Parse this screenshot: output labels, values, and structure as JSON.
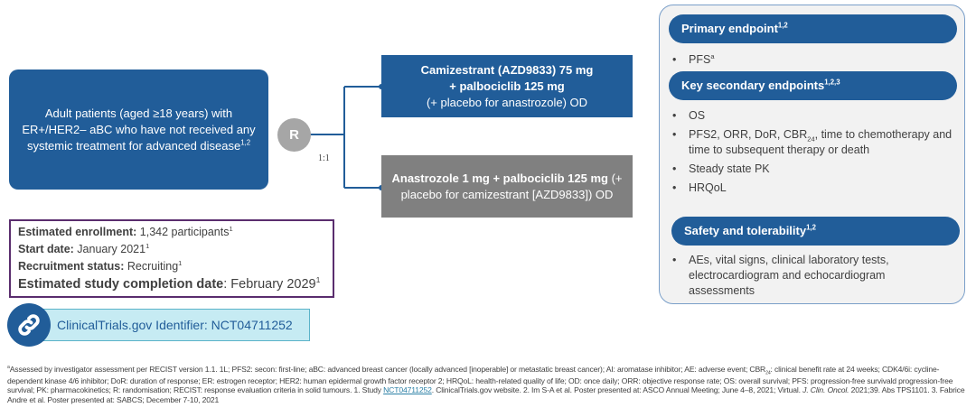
{
  "patients": {
    "text": "Adult patients (aged ≥18 years) with ER+/HER2– aBC who have not received any systemic treatment for advanced disease",
    "sup": "1,2"
  },
  "randomization": {
    "label": "R",
    "ratio": "1:1"
  },
  "arms": [
    {
      "line1": "Camizestrant (AZD9833) 75 mg",
      "line2": "+ palbociclib 125 mg",
      "line3": "(+ placebo for anastrozole) OD"
    },
    {
      "bold": "Anastrozole 1 mg + palbociclib 125 mg",
      "rest": " (+ placebo for camizestrant [AZD9833]) OD"
    }
  ],
  "info": [
    {
      "label": "Estimated enrollment",
      "value": "1,342 participants",
      "sup": "1"
    },
    {
      "label": "Start date",
      "value": "January 2021",
      "sup": "1"
    },
    {
      "label": "Recruitment status",
      "value": "Recruiting",
      "sup": "1"
    },
    {
      "label": "Estimated study completion date",
      "value": "February 2029",
      "sup": "1"
    }
  ],
  "identifier": {
    "text": "ClinicalTrials.gov Identifier: NCT04711252",
    "icon": "link-icon"
  },
  "endpoints": {
    "primary": {
      "title": "Primary endpoint",
      "sup": "1,2",
      "items": [
        {
          "text": "PFS",
          "sup": "a"
        }
      ]
    },
    "secondary": {
      "title": "Key secondary endpoints",
      "sup": "1,2,3",
      "items": [
        "OS",
        "PFS2, ORR, DoR, CBR",
        "Steady state PK",
        "HRQoL"
      ],
      "cbr_sub": "24",
      "item2_rest": ", time to chemotherapy and time to subsequent therapy or death"
    },
    "safety": {
      "title": "Safety and tolerability",
      "sup": "1,2",
      "items": [
        "AEs, vital signs, clinical laboratory tests, electrocardiogram and echocardiogram assessments"
      ]
    }
  },
  "footer": {
    "sup": "a",
    "part1": "Assessed by investigator assessment per RECIST version 1.1. 1L; PFS2: secon: first-line; aBC: advanced breast cancer (locally advanced [inoperable] or metastatic breast cancer); AI: aromatase inhibitor; AE: adverse event; CBR",
    "sub": "24",
    "part2": ": clinical benefit rate at 24 weeks; CDK4/6i: cycline-dependent kinase 4/6 inhibitor; DoR: duration of response; ER: estrogen receptor; HER2: human epidermal growth factor receptor 2; HRQoL: health-related quality of life; OD: once daily; ORR: objective response rate; OS: overall survival; PFS: progression-free survivald progression-free survival; PK: pharmacokinetics; R: randomisation; RECIST: response evaluation criteria in solid tumours. 1. Study ",
    "link": "NCT04711252",
    "part3": ". ClinicalTrials.gov website. 2. Im S-A et al. Poster presented at: ASCO Annual Meeting; June 4–8, 2021; Virtual. ",
    "journal": "J. Clin. Oncol.",
    "part4": " 2021;39. Abs TPS1101. 3. Fabrice Andre et al. Poster presented at: SABCS; December 7-10, 2021"
  }
}
